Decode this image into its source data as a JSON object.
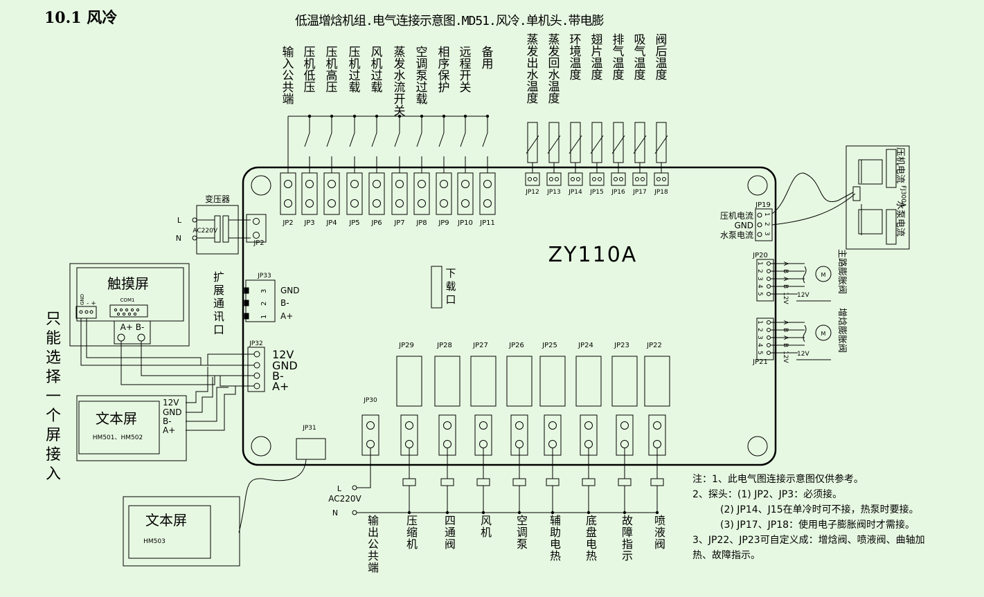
{
  "section_title": "10.1 风冷",
  "title": "低温增焓机组.电气连接示意图.MD51.风冷.单机头.带电膨",
  "board_model": "ZY110A",
  "inputs": [
    {
      "label": "输入公共端",
      "jp": "JP2"
    },
    {
      "label": "压机低压",
      "jp": "JP3"
    },
    {
      "label": "压机高压",
      "jp": "JP4"
    },
    {
      "label": "压机过载",
      "jp": "JP5"
    },
    {
      "label": "风机过载",
      "jp": "JP6"
    },
    {
      "label": "蒸发水流开关",
      "jp": "JP7"
    },
    {
      "label": "空调泵过载",
      "jp": "JP8"
    },
    {
      "label": "相序保护",
      "jp": "JP9"
    },
    {
      "label": "远程开关",
      "jp": "JP10"
    },
    {
      "label": "备用",
      "jp": "JP11"
    }
  ],
  "sensors": [
    {
      "label": "蒸发出水温度",
      "jp": "JP12"
    },
    {
      "label": "蒸发回水温度",
      "jp": "JP13"
    },
    {
      "label": "环境温度",
      "jp": "JP14"
    },
    {
      "label": "翅片温度",
      "jp": "JP15"
    },
    {
      "label": "排气温度",
      "jp": "JP16"
    },
    {
      "label": "吸气温度",
      "jp": "JP17"
    },
    {
      "label": "阀后温度",
      "jp": "JP18"
    }
  ],
  "transformer": {
    "label": "变压器",
    "l": "L",
    "voltage": "AC220V",
    "n": "N",
    "jp": "JP2"
  },
  "expansion": {
    "label": "扩展通讯口",
    "jp": "JP33",
    "pins": [
      "GND",
      "B-",
      "A+"
    ],
    "nums": [
      "3",
      "2",
      "1"
    ]
  },
  "jp32": {
    "jp": "JP32",
    "pins": [
      "12V",
      "GND",
      "B-",
      "A+"
    ]
  },
  "download": "下载口",
  "touch_screen": {
    "title": "触摸屏",
    "gnd": "GND",
    "minus_plus": "- +",
    "com": "COM1",
    "ab": "A+ B-"
  },
  "text_screen_1": {
    "title": "文本屏",
    "model": "HM501、HM502",
    "pins": [
      "12V",
      "GND",
      "B-",
      "A+"
    ]
  },
  "text_screen_2": {
    "title": "文本屏",
    "model": "HM503"
  },
  "choose_one": "只能选择一个屏接入",
  "current_sensor": {
    "jp": "JP19",
    "labels": [
      "压机电流",
      "GND",
      "水泵电流"
    ],
    "nums": [
      "1",
      "2",
      "3"
    ],
    "box_label_1": "压机电流",
    "box_label_2": "水泵电流",
    "model": "FJ300A"
  },
  "eev_main": {
    "jp": "JP20",
    "label": "主路膨胀阀",
    "pins": [
      "A",
      "B",
      "A",
      "B",
      "12V"
    ],
    "nums": [
      "1",
      "2",
      "3",
      "4",
      "5"
    ],
    "motor": "M"
  },
  "eev_evi": {
    "jp": "JP21",
    "label": "增焓膨胀阀",
    "pins": [
      "A",
      "B",
      "A",
      "B",
      "12V"
    ],
    "nums": [
      "1",
      "2",
      "3",
      "4",
      "5"
    ],
    "motor": "M"
  },
  "relay_jps": [
    "JP29",
    "JP28",
    "JP27",
    "JP26",
    "JP25",
    "JP24",
    "JP23",
    "JP22"
  ],
  "jp30": "JP30",
  "jp31": "JP31",
  "outputs": [
    "输出公共端",
    "压缩机",
    "四通阀",
    "风机",
    "空调泵",
    "辅助电热",
    "底盘电热",
    "故障指示",
    "喷液阀"
  ],
  "ac_out": {
    "l": "L",
    "voltage": "AC220V",
    "n": "N"
  },
  "notes": [
    "注：1、此电气图连接示意图仅供参考。",
    "2、探头：(1) JP2、JP3：必须接。",
    "(2) JP14、J15在单冷时可不接，热泵时要接。",
    "(3) JP17、JP18：使用电子膨胀阀时才需接。",
    "3、JP22、JP23可自定义成：增焓阀、喷液阀、曲轴加",
    "热、故障指示。"
  ],
  "colors": {
    "background": "#e7f8e2",
    "line": "#000000"
  }
}
